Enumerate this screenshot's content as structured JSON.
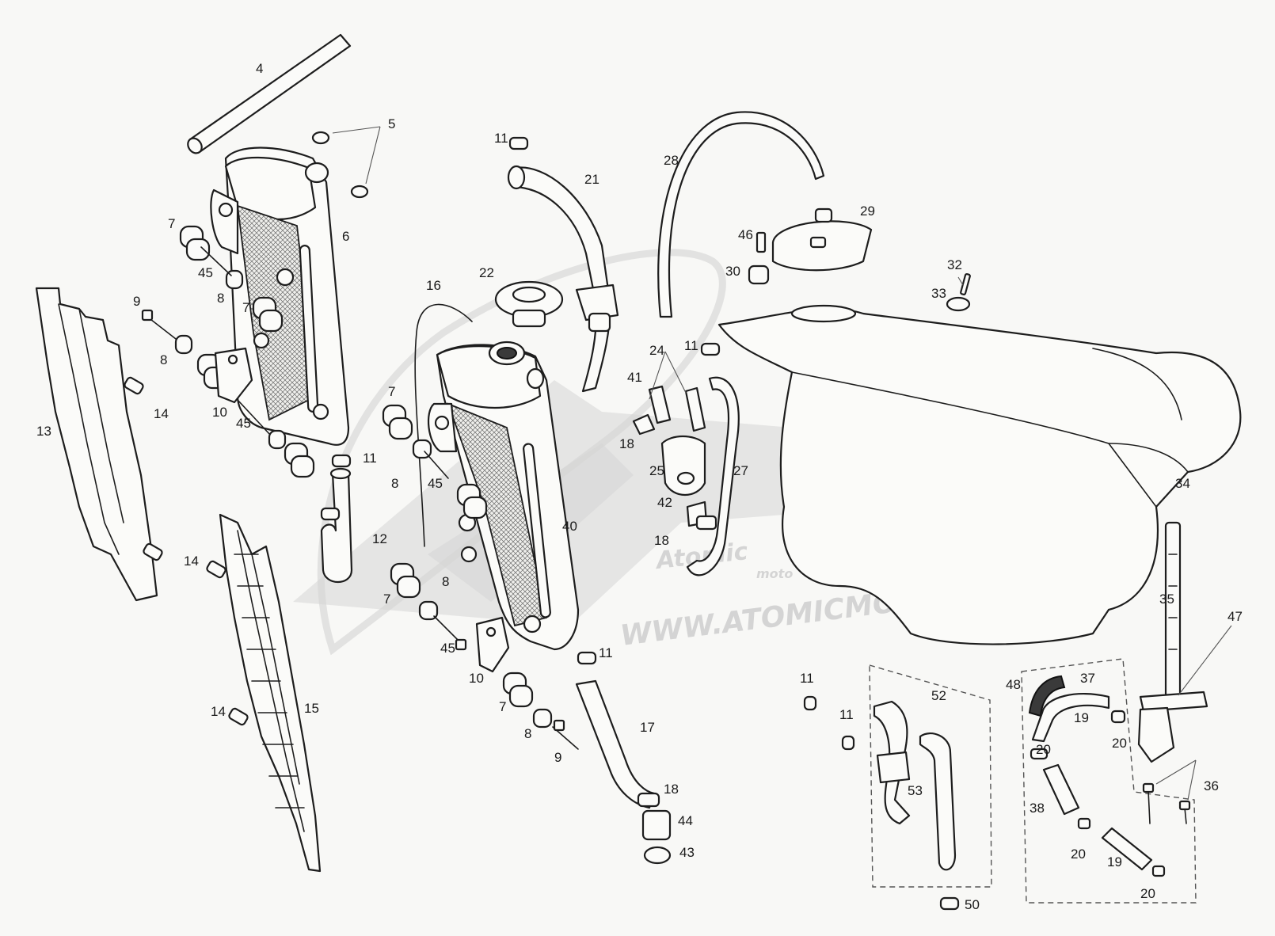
{
  "callouts": [
    "4",
    "5",
    "11",
    "21",
    "28",
    "29",
    "46",
    "30",
    "32",
    "33",
    "7",
    "6",
    "45",
    "8",
    "9",
    "7",
    "8",
    "10",
    "45",
    "14",
    "13",
    "16",
    "22",
    "7",
    "11",
    "8",
    "45",
    "12",
    "24",
    "11",
    "41",
    "18",
    "25",
    "27",
    "42",
    "18",
    "40",
    "34",
    "8",
    "7",
    "45",
    "35",
    "47",
    "14",
    "11",
    "10",
    "7",
    "8",
    "15",
    "14",
    "11",
    "52",
    "37",
    "48",
    "19",
    "20",
    "20",
    "17",
    "11",
    "53",
    "9",
    "18",
    "44",
    "36",
    "38",
    "43",
    "20",
    "19",
    "20",
    "50"
  ],
  "watermark": {
    "brand": "Atomic",
    "sub": "moto",
    "url": "WWW.ATOMICMOTO.FR"
  }
}
